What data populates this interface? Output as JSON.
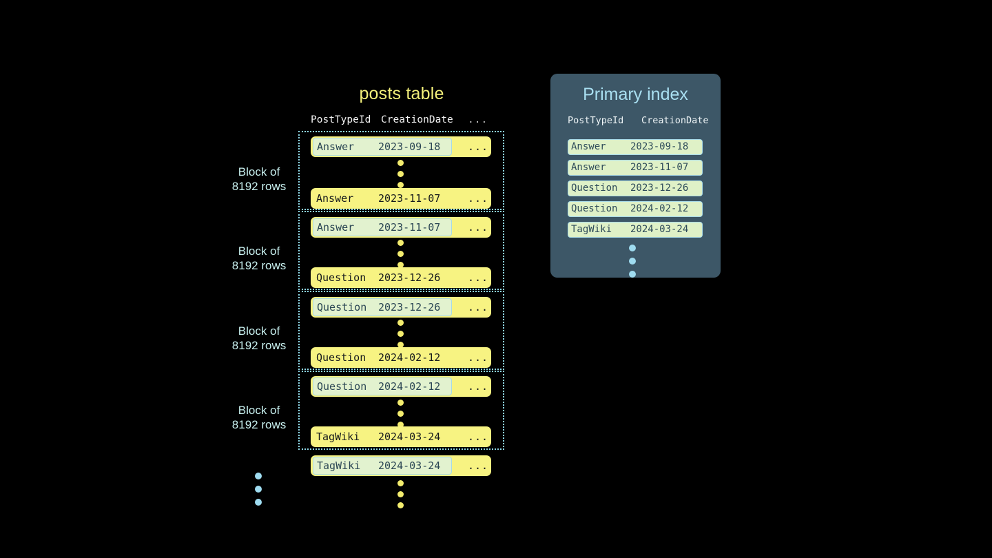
{
  "canvas": {
    "background": "#000000"
  },
  "colors": {
    "row_yellow": "#f7f382",
    "highlight_green": "#e2f2cf",
    "highlight_border": "#a8dbe8",
    "block_border": "#8fd8e8",
    "panel_slate": "#3d5767",
    "index_title_blue": "#a9dff1",
    "title_yellow": "#f2ef7a",
    "label_mint": "#c8f0ef",
    "dot_yellow": "#f3ec6e",
    "dot_blue": "#9fdcf0"
  },
  "posts_table": {
    "title": "posts table",
    "columns": {
      "post_type_id": "PostTypeId",
      "creation_date": "CreationDate",
      "more": "..."
    },
    "blocks": [
      {
        "label_line1": "Block of",
        "label_line2": "8192 rows",
        "first_row": {
          "post_type_id": "Answer",
          "creation_date": "2023-09-18",
          "more": "...",
          "highlighted": true
        },
        "last_row": {
          "post_type_id": "Answer",
          "creation_date": "2023-11-07",
          "more": "...",
          "highlighted": false
        }
      },
      {
        "label_line1": "Block of",
        "label_line2": "8192 rows",
        "first_row": {
          "post_type_id": "Answer",
          "creation_date": "2023-11-07",
          "more": "...",
          "highlighted": true
        },
        "last_row": {
          "post_type_id": "Question",
          "creation_date": "2023-12-26",
          "more": "...",
          "highlighted": false
        }
      },
      {
        "label_line1": "Block of",
        "label_line2": "8192 rows",
        "first_row": {
          "post_type_id": "Question",
          "creation_date": "2023-12-26",
          "more": "...",
          "highlighted": true
        },
        "last_row": {
          "post_type_id": "Question",
          "creation_date": "2024-02-12",
          "more": "...",
          "highlighted": false
        }
      },
      {
        "label_line1": "Block of",
        "label_line2": "8192 rows",
        "first_row": {
          "post_type_id": "Question",
          "creation_date": "2024-02-12",
          "more": "...",
          "highlighted": true
        },
        "last_row": {
          "post_type_id": "TagWiki",
          "creation_date": "2024-03-24",
          "more": "...",
          "highlighted": false
        }
      }
    ],
    "trailing_row": {
      "post_type_id": "TagWiki",
      "creation_date": "2024-03-24",
      "more": "...",
      "highlighted": true
    }
  },
  "primary_index": {
    "title": "Primary index",
    "columns": {
      "post_type_id": "PostTypeId",
      "creation_date": "CreationDate"
    },
    "rows": [
      {
        "post_type_id": "Answer",
        "creation_date": "2023-09-18"
      },
      {
        "post_type_id": "Answer",
        "creation_date": "2023-11-07"
      },
      {
        "post_type_id": "Question",
        "creation_date": "2023-12-26"
      },
      {
        "post_type_id": "Question",
        "creation_date": "2024-02-12"
      },
      {
        "post_type_id": "TagWiki",
        "creation_date": "2024-03-24"
      }
    ]
  }
}
